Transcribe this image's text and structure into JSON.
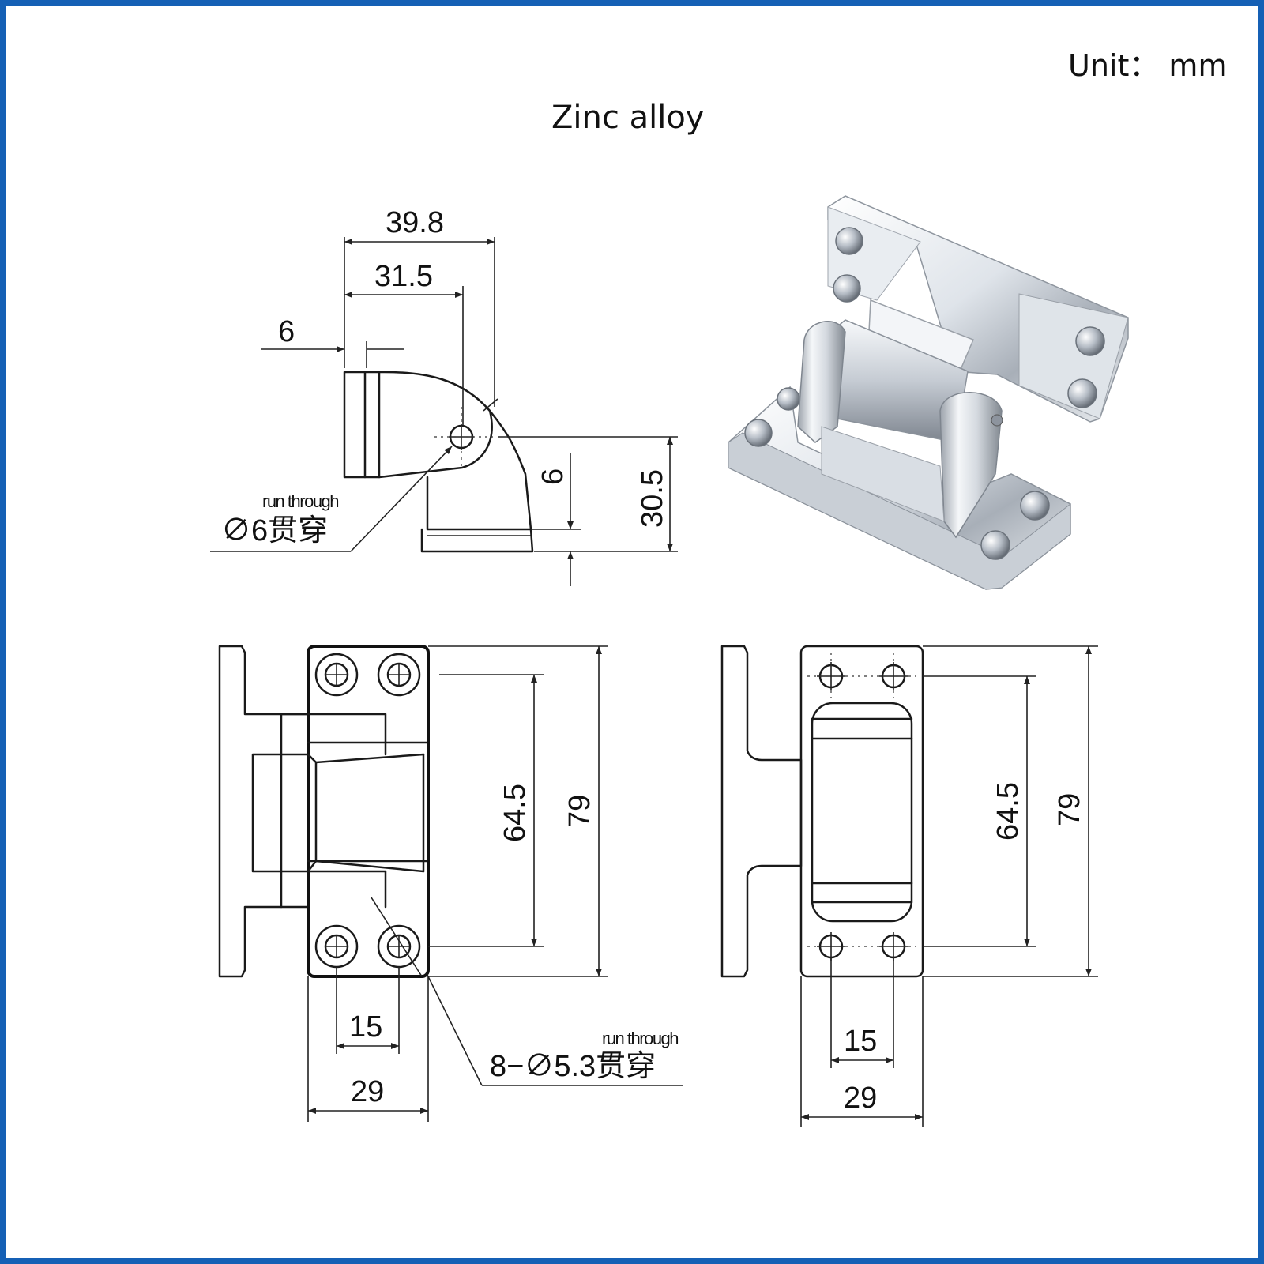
{
  "header": {
    "unit": "Unit： mm",
    "material": "Zinc alloy"
  },
  "colors": {
    "frame": "#1560b5",
    "line": "#1a1a1a",
    "chrome_light": "#f4f6f9",
    "chrome_dark": "#8d949e"
  },
  "side_view": {
    "dim_total_width": "39.8",
    "dim_pin_offset": "31.5",
    "dim_plate_thickness": "6",
    "dim_base_thickness": "6",
    "dim_height": "30.5",
    "hole_label": "∅6贯穿",
    "hole_note": "run through"
  },
  "front_view": {
    "dim_hole_pitch_long": "64.5",
    "dim_length": "79",
    "dim_hole_pitch_short": "15",
    "dim_width": "29",
    "hole_label": "8−∅5.3贯穿",
    "hole_note": "run through"
  },
  "back_view": {
    "dim_hole_pitch_long": "64.5",
    "dim_length": "79",
    "dim_hole_pitch_short": "15",
    "dim_width": "29"
  },
  "photo": {
    "icon": "hinge-photo-icon"
  }
}
